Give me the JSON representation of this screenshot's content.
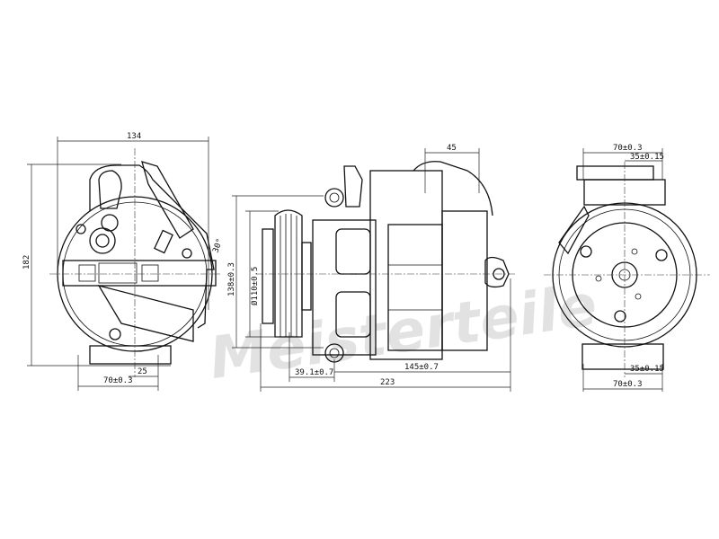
{
  "watermark": "Meisterteile",
  "views": {
    "front": {
      "dimensions": {
        "width": "134",
        "height": "182",
        "angle": "30°",
        "offset": "25",
        "mount_width": "70±0.3"
      }
    },
    "side": {
      "dimensions": {
        "outer_height": "138±0.3",
        "pulley_dia": "Ø110±0.5",
        "pulley_offset": "39.1±0.7",
        "mount_spacing": "145±0.7",
        "overall_length": "223",
        "port_offset": "45"
      }
    },
    "rear": {
      "dimensions": {
        "top_width": "70±0.3",
        "top_half": "35±0.15",
        "bottom_half": "35±0.15",
        "bottom_width": "70±0.3"
      }
    }
  }
}
